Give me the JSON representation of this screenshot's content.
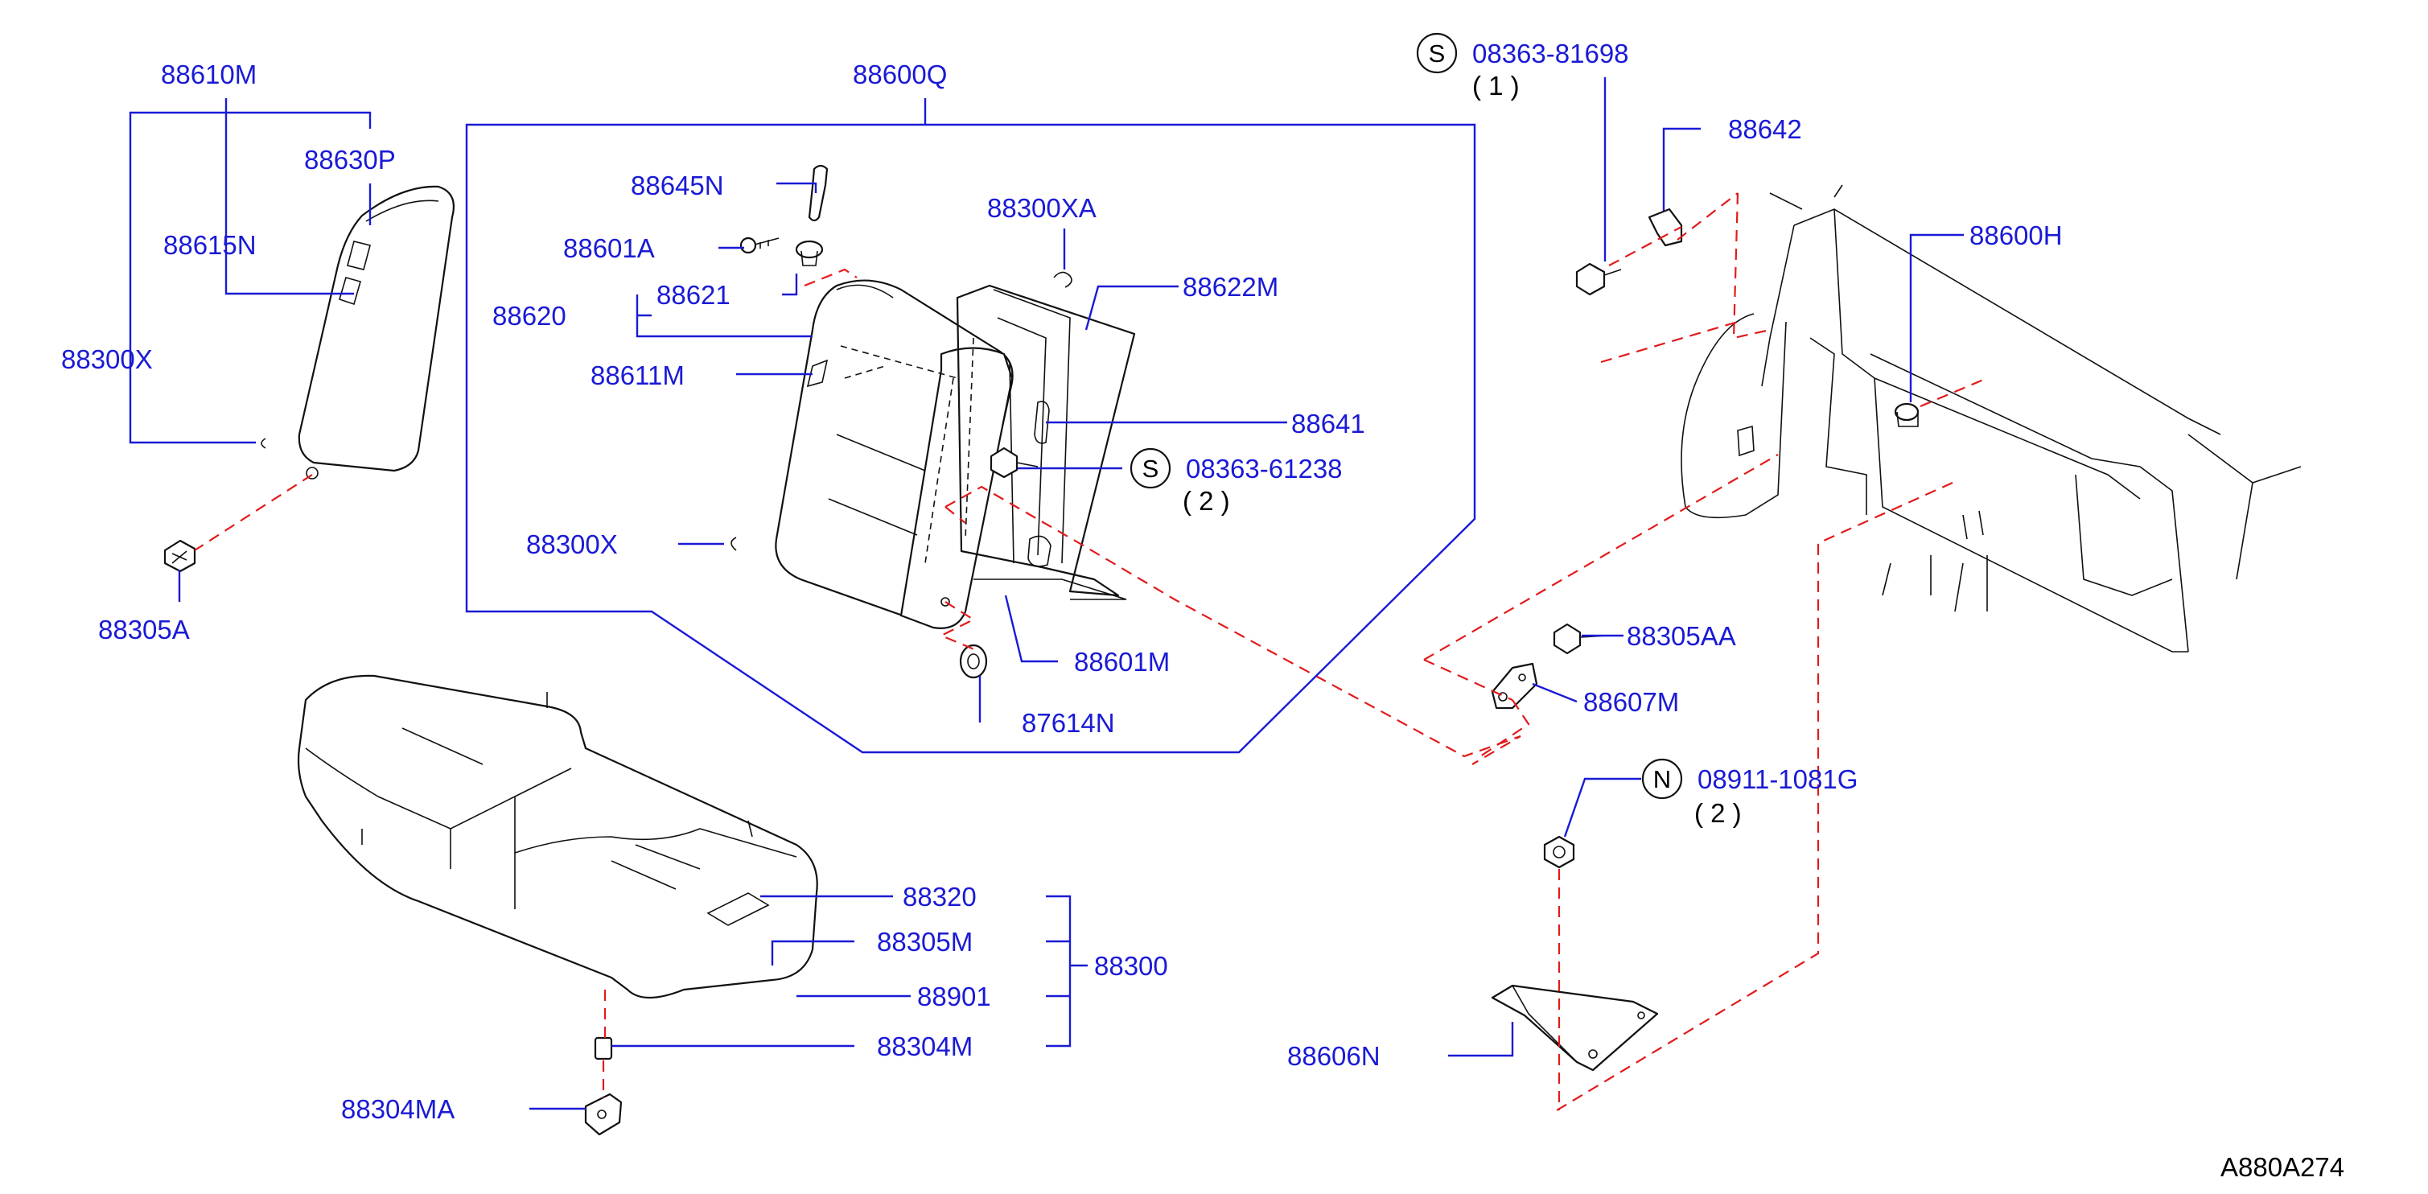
{
  "labels": {
    "p88610M": "88610M",
    "p88630P": "88630P",
    "p88615N": "88615N",
    "p88300X_left": "88300X",
    "p88305A": "88305A",
    "p88600Q": "88600Q",
    "p88645N": "88645N",
    "p88601A": "88601A",
    "p88621": "88621",
    "p88620": "88620",
    "p88611M": "88611M",
    "p88300X_mid": "88300X",
    "p88300XA": "88300XA",
    "p88622M": "88622M",
    "p88641": "88641",
    "p08363_61238": "08363-61238",
    "q08363_61238": "( 2 )",
    "p88601M": "88601M",
    "p87614N": "87614N",
    "p08363_81698": "08363-81698",
    "q08363_81698": "( 1 )",
    "p88642": "88642",
    "p88600H": "88600H",
    "p88305AA": "88305AA",
    "p88607M": "88607M",
    "p08911_1081G": "08911-1081G",
    "q08911_1081G": "( 2 )",
    "p88606N": "88606N",
    "p88320": "88320",
    "p88305M": "88305M",
    "p88901": "88901",
    "p88304M": "88304M",
    "p88300": "88300",
    "p88304MA": "88304MA"
  },
  "symbols": {
    "s1": "S",
    "s2": "S",
    "n1": "N"
  },
  "diagram_ref": "A880A274",
  "colors": {
    "label": "#1a1ad6",
    "leader": "#1a1ad6",
    "hidden_line": "#e21b1b",
    "part_line": "#111111"
  }
}
